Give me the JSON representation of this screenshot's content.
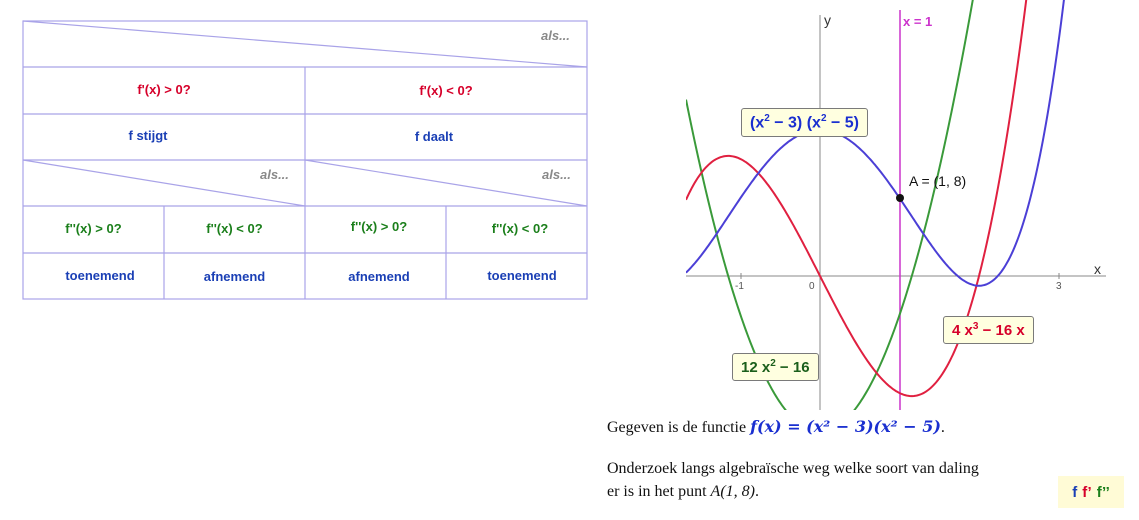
{
  "table": {
    "als_1": "als...",
    "row_cond_1": {
      "left": "f'(x) > 0?",
      "right": "f'(x) < 0?"
    },
    "row_result_1": {
      "left": "f stijgt",
      "right": "f daalt"
    },
    "als_2_left": "als...",
    "als_2_right": "als...",
    "row_cond_2": [
      "f''(x) > 0?",
      "f''(x) < 0?",
      "f''(x) > 0?",
      "f''(x) < 0?"
    ],
    "row_result_2": [
      "toenemend",
      "afnemend",
      "afnemend",
      "toenemend"
    ],
    "colors": {
      "grid": "#a9a3e8",
      "condition_red": "#d6002a",
      "condition_green": "#1b7f1b",
      "result_blue": "#1a3fb5"
    }
  },
  "graph": {
    "x_axis_label": "x",
    "y_axis_label": "y",
    "x_ticks": [
      "-1",
      "0",
      "3"
    ],
    "vertical_line_label": "x = 1",
    "point_label": "A = (1, 8)",
    "f_label": {
      "factor1_base": "(x",
      "factor1_exp": "2",
      "factor1_tail": " − 3)",
      "factor2_base": " (x",
      "factor2_exp": "2",
      "factor2_tail": " − 5)"
    },
    "f1_label": {
      "coef": "4 x",
      "exp": "3",
      "tail": " − 16 x"
    },
    "f2_label": {
      "coef": "12 x",
      "exp": "2",
      "tail": " − 16"
    },
    "colors": {
      "f": "#4b3fd6",
      "f1": "#e02040",
      "f2": "#3a9a3a",
      "vline": "#cc33cc",
      "axis": "#888888"
    }
  },
  "text": {
    "line1_prefix": "Gegeven is de functie ",
    "line1_formula_fx": "f(x) = ",
    "line1_formula_rest": "(x² − 3)(x² − 5)",
    "line1_suffix": ".",
    "line2": "Onderzoek langs algebraïsche weg welke soort van daling",
    "line3_prefix": "er is in het punt ",
    "line3_point": "A(1, 8)",
    "line3_suffix": "."
  },
  "legend": {
    "f": "f",
    "f1": "f’",
    "f2": "f’’"
  }
}
